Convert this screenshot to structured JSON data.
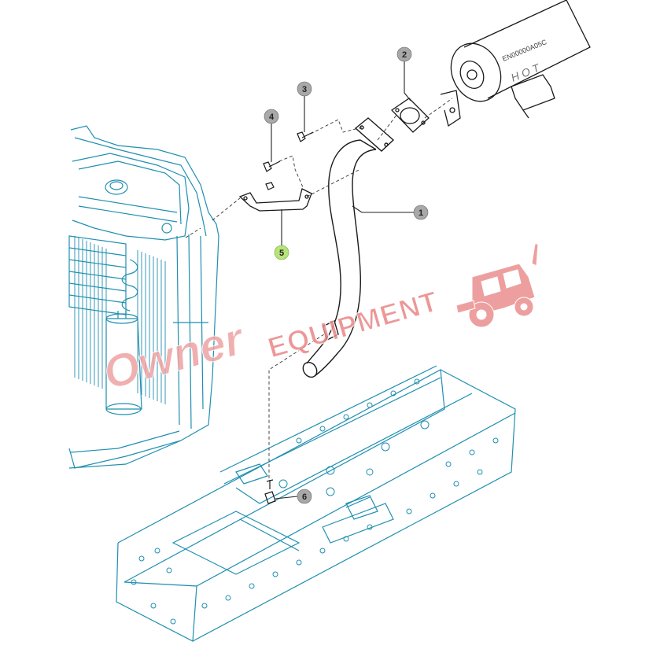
{
  "callouts": [
    {
      "id": "1",
      "label": "1",
      "color": "#a8a8a8",
      "target_desc": "exhaust pipe"
    },
    {
      "id": "2",
      "label": "2",
      "color": "#a8a8a8",
      "target_desc": "gasket"
    },
    {
      "id": "3",
      "label": "3",
      "color": "#a8a8a8",
      "target_desc": "bolt"
    },
    {
      "id": "4",
      "label": "4",
      "color": "#a8a8a8",
      "target_desc": "bolt"
    },
    {
      "id": "5",
      "label": "5",
      "color": "#b6e37a",
      "target_desc": "bracket"
    },
    {
      "id": "6",
      "label": "6",
      "color": "#a8a8a8",
      "target_desc": "bolt"
    }
  ],
  "muffler": {
    "part_number": "EN00000A05C",
    "warning": "HOT"
  },
  "watermark": {
    "script_text": "Owner",
    "brand_text": "EQUIPMENT",
    "color": "#e98b8b"
  },
  "colors": {
    "line_art": "#1f8fb0",
    "outline": "#1a1a1a",
    "leader": "#222222"
  }
}
